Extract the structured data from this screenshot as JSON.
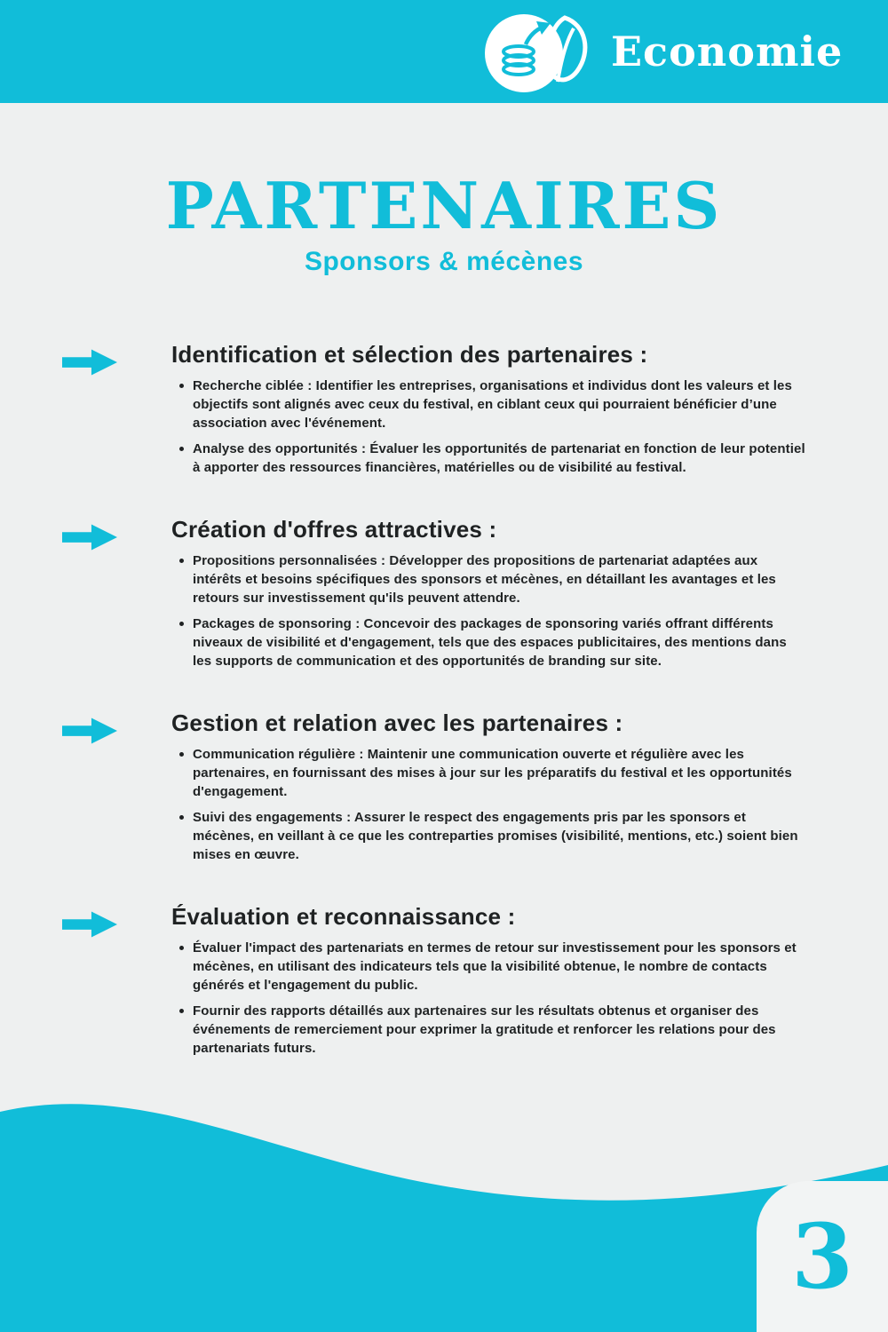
{
  "colors": {
    "accent": "#11bdd9",
    "bg": "#eef0f0",
    "text": "#1f2223",
    "paper": "#f2f4f4"
  },
  "header": {
    "brand": "Economie",
    "icon": "coins-and-leaf-icon"
  },
  "title": "PARTENAIRES",
  "subtitle": "Sponsors & mécènes",
  "sections": [
    {
      "title": "Identification et sélection des partenaires :",
      "bullets": [
        "Recherche ciblée : Identifier les entreprises, organisations et individus dont les valeurs et les objectifs sont alignés avec ceux du festival, en ciblant ceux qui pourraient bénéficier d’une association avec l'événement.",
        "Analyse des opportunités : Évaluer les opportunités de partenariat en fonction de leur potentiel à apporter des ressources financières, matérielles ou de visibilité au festival."
      ]
    },
    {
      "title": "Création d'offres attractives :",
      "bullets": [
        "Propositions personnalisées : Développer des propositions de partenariat adaptées aux intérêts et besoins spécifiques des sponsors et mécènes, en détaillant les avantages et les retours sur investissement qu'ils peuvent attendre.",
        "Packages de sponsoring : Concevoir des packages de sponsoring variés offrant différents niveaux de visibilité et d'engagement, tels que des espaces publicitaires, des mentions dans les supports de communication et des opportunités de branding sur site."
      ]
    },
    {
      "title": "Gestion et relation avec les partenaires :",
      "bullets": [
        "Communication régulière : Maintenir une communication ouverte et régulière avec les partenaires, en fournissant des mises à jour sur les préparatifs du festival et les opportunités d'engagement.",
        "Suivi des engagements : Assurer le respect des engagements pris par les sponsors et mécènes, en veillant à ce que les contreparties promises (visibilité, mentions, etc.) soient bien mises en œuvre."
      ]
    },
    {
      "title": "Évaluation et reconnaissance :",
      "bullets": [
        "Évaluer l'impact des partenariats en termes de retour sur investissement pour les sponsors et mécènes, en utilisant des indicateurs tels que la visibilité obtenue, le nombre de contacts générés et l'engagement du public.",
        "Fournir des rapports détaillés aux partenaires sur les résultats obtenus et organiser des événements de remerciement pour exprimer la gratitude et renforcer les relations pour des partenariats futurs."
      ]
    }
  ],
  "page_number": "3"
}
